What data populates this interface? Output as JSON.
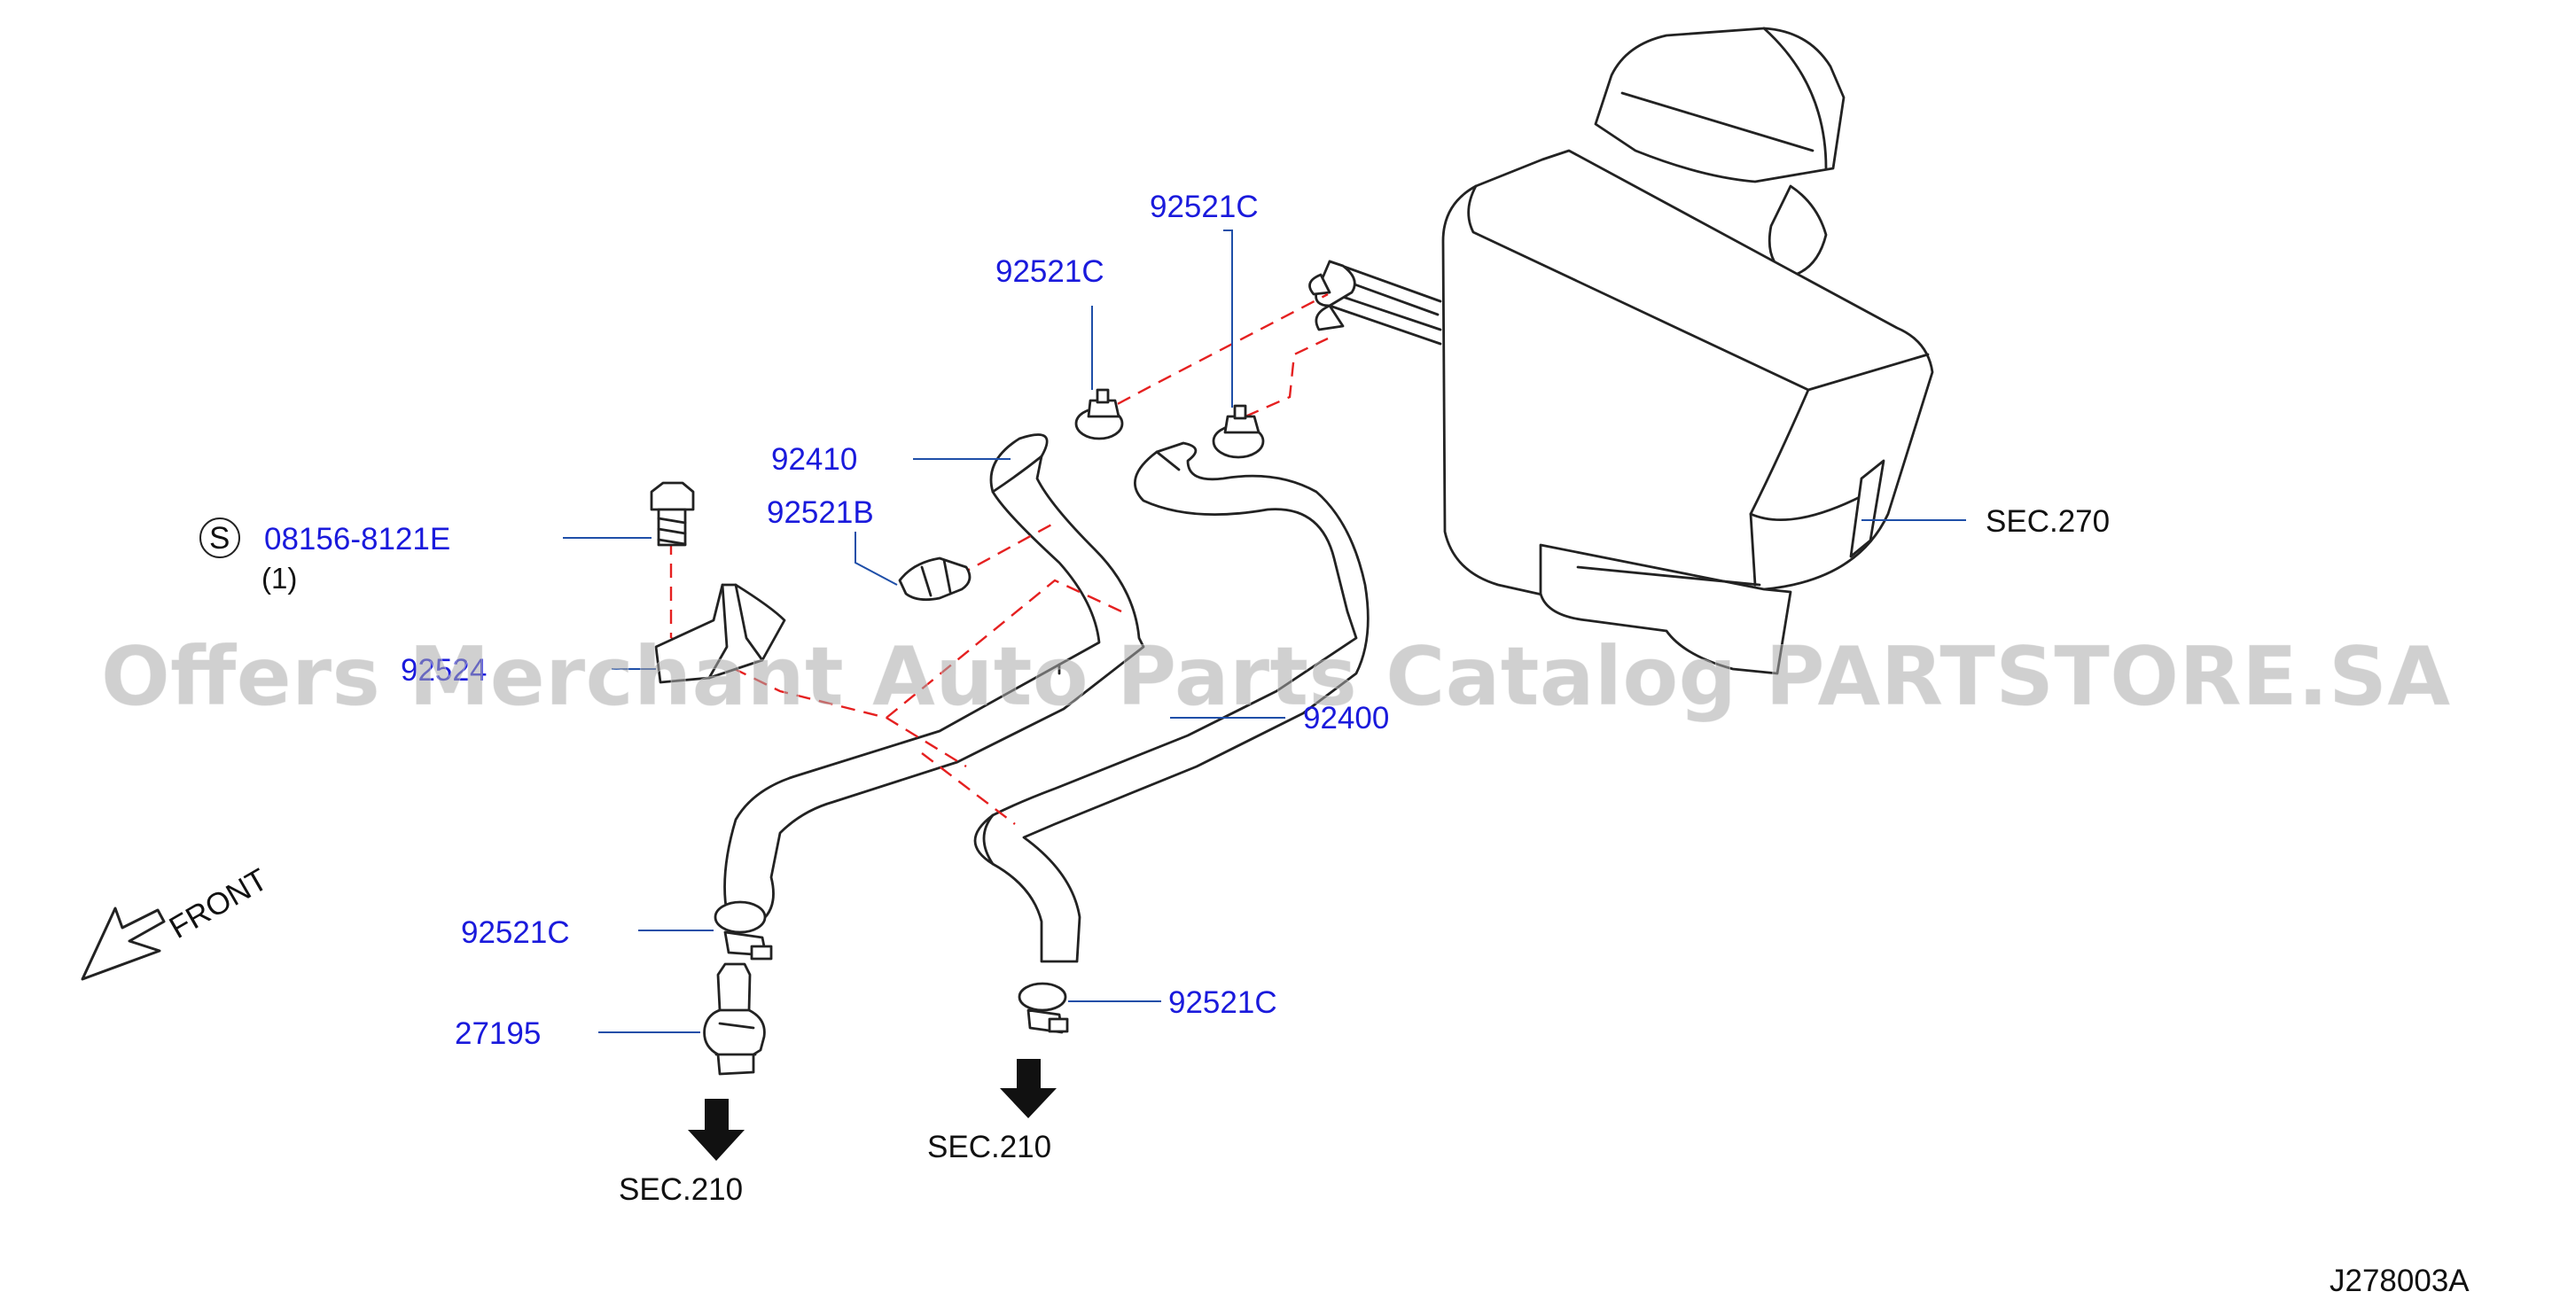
{
  "labels": {
    "p92521c_top_right": "92521C",
    "p92521c_top_left": "92521C",
    "p92410": "92410",
    "p92521b": "92521B",
    "s_symbol": "S",
    "bolt_part": "08156-8121E",
    "bolt_qty": "(1)",
    "p92524": "92524",
    "p92400": "92400",
    "p92521c_lower_left": "92521C",
    "p27195": "27195",
    "p92521c_lower_right": "92521C",
    "sec270": "SEC.270",
    "sec210_left": "SEC.210",
    "sec210_right": "SEC.210",
    "front": "FRONT",
    "diagram_id": "J278003A"
  },
  "watermark": "Offers Merchant Auto Parts Catalog PARTSTORE.SA",
  "colors": {
    "part_number_text": "#1a1adc",
    "leader_line": "#1f4fa8",
    "dashed_line": "#e52020",
    "outline": "#222222"
  }
}
